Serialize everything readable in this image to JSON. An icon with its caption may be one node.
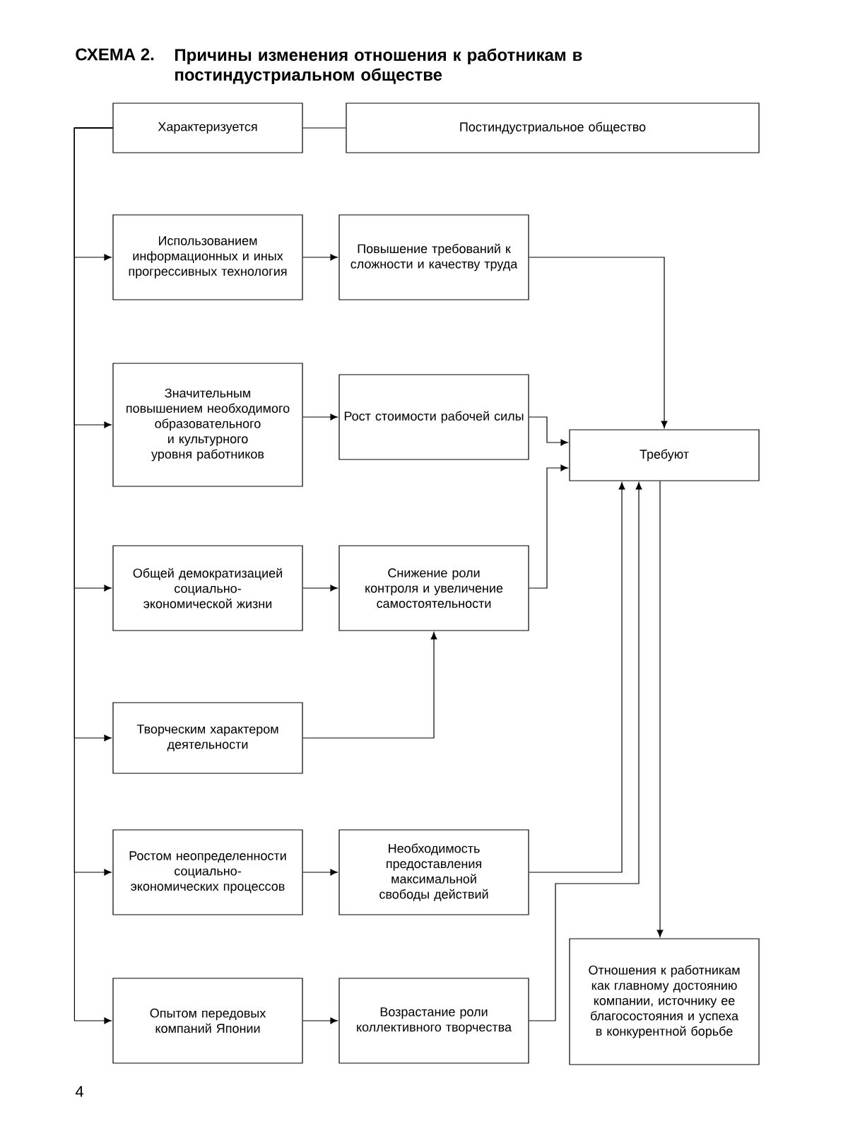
{
  "diagram": {
    "title": "Причины изменения отношения к работникам в постиндустриальном обществе",
    "nodes": [
      {
        "text": [
          "Характеризуется"
        ]
      },
      {
        "text": [
          "Постиндустриальное общество"
        ]
      },
      {
        "text": [
          "Использованием информационных и иных прогрессивных технология"
        ]
      },
      {
        "text": [
          "Повышение требований к сложности и качеству труда"
        ]
      },
      {
        "text": [
          "Значительным повышением необходимого образовательного и культурного уровня работников"
        ]
      },
      {
        "text": [
          "Рост стоимости рабочей силы"
        ]
      },
      {
        "text": [
          "Требуют"
        ]
      },
      {
        "text": [
          "Общей демократизацией социально-экономической жизни"
        ]
      },
      {
        "text": [
          "Снижение роли контроля и увеличение самостоятельности"
        ]
      },
      {
        "text": [
          "Творческим характером деятельности"
        ]
      },
      {
        "text": [
          "Ростом неопределенности социально-экономических процессов"
        ]
      },
      {
        "text": [
          "Необходимость предоставления максимальной свободы действий"
        ]
      },
      {
        "text": [
          "Опытом передовых компаний Японии"
        ]
      },
      {
        "text": [
          "Возрастание роли коллективного творчества"
        ]
      },
      {
        "text": [
          "Отношения к работникам как главному достоянию компании, источнику ее благосостояния и успеха в конкурентной борьбе"
        ]
      }
    ],
    "edges": [
      {
        "from": 0,
        "to": 1,
        "arrow": "none"
      },
      {
        "from": 0,
        "to": 2,
        "arrow": "to"
      },
      {
        "from": 0,
        "to": 4,
        "arrow": "to"
      },
      {
        "from": 0,
        "to": 7,
        "arrow": "to"
      },
      {
        "from": 0,
        "to": 9,
        "arrow": "to"
      },
      {
        "from": 0,
        "to": 10,
        "arrow": "to"
      },
      {
        "from": 0,
        "to": 12,
        "arrow": "to"
      },
      {
        "from": 2,
        "to": 3,
        "arrow": "to"
      },
      {
        "from": 4,
        "to": 5,
        "arrow": "to"
      },
      {
        "from": 7,
        "to": 8,
        "arrow": "to"
      },
      {
        "from": 10,
        "to": 11,
        "arrow": "to"
      },
      {
        "from": 12,
        "to": 13,
        "arrow": "to"
      },
      {
        "from": 3,
        "to": 6,
        "arrow": "to"
      },
      {
        "from": 5,
        "to": 6,
        "arrow": "to"
      },
      {
        "from": 8,
        "to": 6,
        "arrow": "to"
      },
      {
        "from": 9,
        "to": 8,
        "arrow": "to"
      },
      {
        "from": 11,
        "to": 6,
        "arrow": "to"
      },
      {
        "from": 13,
        "to": 6,
        "arrow": "to"
      },
      {
        "from": 6,
        "to": 14,
        "arrow": "to"
      }
    ],
    "labels": [
      "СХЕМА 2.",
      "4"
    ]
  }
}
